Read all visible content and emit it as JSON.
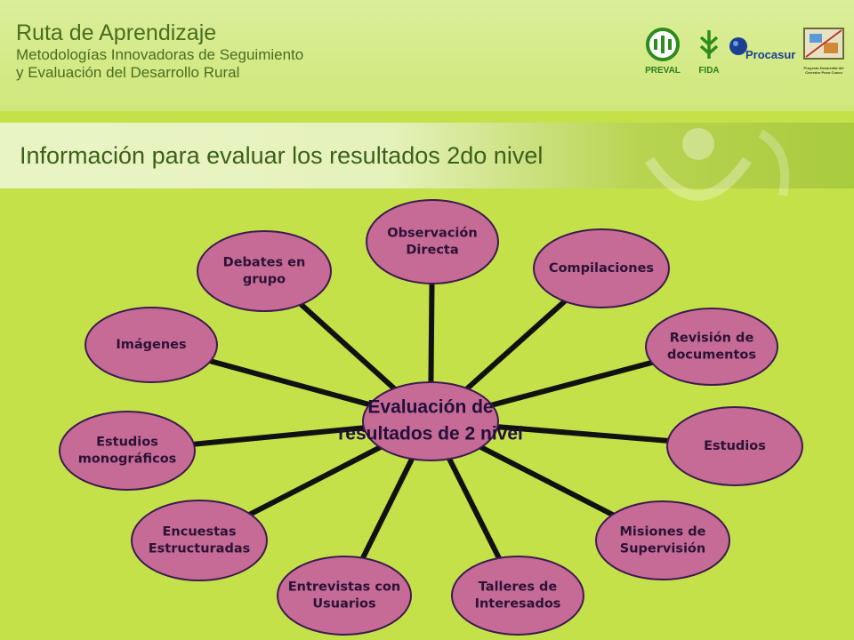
{
  "header": {
    "title": "Ruta de Aprendizaje",
    "subtitle_line1": "Metodologías Innovadoras de Seguimiento",
    "subtitle_line2": "y Evaluación del Desarrollo Rural",
    "logos": [
      {
        "name": "PREVAL",
        "label": "PREVAL",
        "icon": "preval-logo-icon"
      },
      {
        "name": "FIDA",
        "label": "FIDA",
        "icon": "fida-logo-icon"
      },
      {
        "name": "Procasur",
        "label": "Procasur",
        "icon": "procasur-logo-icon"
      },
      {
        "name": "Proyecto",
        "label": "Proyecto Desarrollo del Corredor Puno Cusco",
        "icon": "proyecto-logo-icon"
      }
    ]
  },
  "page": {
    "title": "Información para evaluar los resultados 2do nivel"
  },
  "colors": {
    "background": "#c4e14a",
    "node_fill": "#c56b96",
    "node_stroke": "#3d1b4f",
    "connector": "#111111",
    "title_text": "#3d6018"
  },
  "diagram": {
    "center": {
      "lines": [
        "Evaluación de",
        "resultados de 2 nivel"
      ]
    },
    "nodes": [
      {
        "id": "observacion-directa",
        "lines": [
          "Observación",
          "Directa"
        ]
      },
      {
        "id": "compilaciones",
        "lines": [
          "Compilaciones"
        ]
      },
      {
        "id": "revision-de-documentos",
        "lines": [
          "Revisión de",
          "documentos"
        ]
      },
      {
        "id": "estudios",
        "lines": [
          "Estudios"
        ]
      },
      {
        "id": "misiones-de-supervision",
        "lines": [
          "Misiones de",
          "Supervisión"
        ]
      },
      {
        "id": "talleres-de-interesados",
        "lines": [
          "Talleres de",
          "Interesados"
        ]
      },
      {
        "id": "entrevistas-con-usuarios",
        "lines": [
          "Entrevistas con",
          "Usuarios"
        ]
      },
      {
        "id": "encuestas-estructuradas",
        "lines": [
          "Encuestas",
          "Estructuradas"
        ]
      },
      {
        "id": "estudios-monograficos",
        "lines": [
          "Estudios",
          "monográficos"
        ]
      },
      {
        "id": "imagenes",
        "lines": [
          "Imágenes"
        ]
      },
      {
        "id": "debates-en-grupo",
        "lines": [
          "Debates en",
          "grupo"
        ]
      }
    ]
  }
}
